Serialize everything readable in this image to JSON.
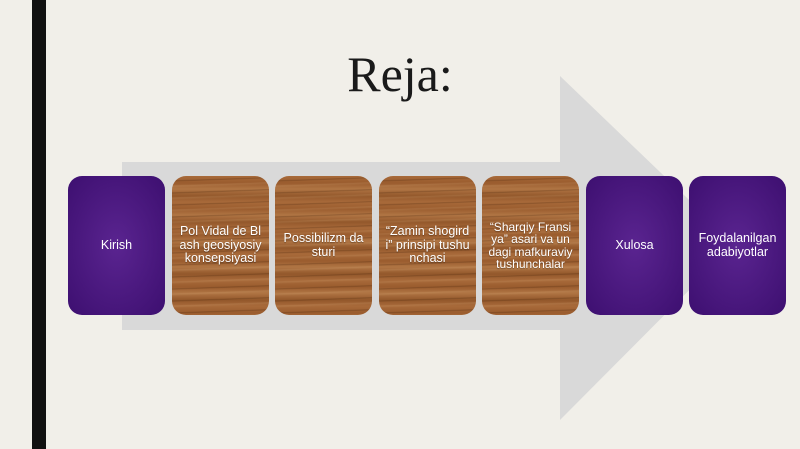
{
  "slide": {
    "title": "Reja:",
    "colors": {
      "purple": "#3d0f70",
      "wood": "#a86a3a",
      "arrow": "#d6d6d6",
      "background": "#f1efe9"
    }
  },
  "items": [
    {
      "label": "Kirish",
      "style": "purple"
    },
    {
      "label": "Pol Vidal de Blash geosiyosiy konsepsiyasi",
      "style": "wood"
    },
    {
      "label": "Possibilizm dasturi",
      "style": "wood"
    },
    {
      "label": "“Zamin shogirdi” prinsipi tushunchasi",
      "style": "wood"
    },
    {
      "label": "“Sharqiy Fransiya” asari va undagi mafkuraviy tushunchalar",
      "style": "wood"
    },
    {
      "label": "Xulosa",
      "style": "purple"
    },
    {
      "label": "Foydalanilgan adabiyotlar",
      "style": "purple"
    }
  ]
}
